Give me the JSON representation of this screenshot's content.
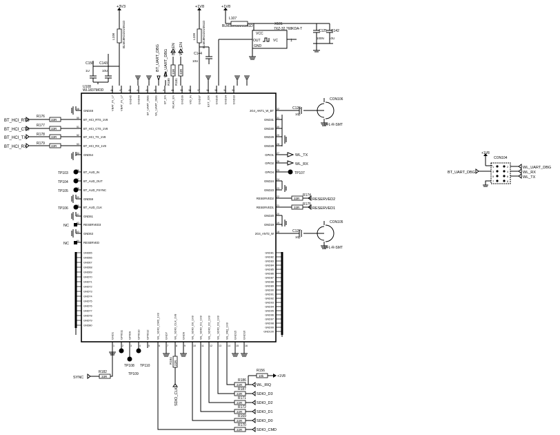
{
  "power": {
    "v3v3": "+3V3",
    "v1v8_a": "+1V8",
    "v1v8_b": "+1V8",
    "v1v8_c": "+1V8",
    "v1v8_d": "+1V8"
  },
  "chip": {
    "ref": "U108",
    "part": "WL1837MOD",
    "left_pins": [
      {
        "num": "48",
        "name": "GND48"
      },
      {
        "num": "50",
        "name": "BT_HCI_RTS_1V8"
      },
      {
        "num": "51",
        "name": "BT_HCI_CTS_1V8"
      },
      {
        "num": "52",
        "name": "BT_HCI_TX_1V8"
      },
      {
        "num": "53",
        "name": "BT_HCI_RX_1V8"
      },
      {
        "num": "54",
        "name": "GND54"
      },
      {
        "num": "56",
        "name": "BT_AUD_IN"
      },
      {
        "num": "57",
        "name": "BT_AUD_OUT"
      },
      {
        "num": "58",
        "name": "BT_AUD_FSYNC"
      },
      {
        "num": "59",
        "name": "GND59"
      },
      {
        "num": "60",
        "name": "BT_AUD_CLK"
      },
      {
        "num": "61",
        "name": "GND61"
      },
      {
        "num": "62",
        "name": "RESERVED3"
      },
      {
        "num": "63",
        "name": "GND63"
      },
      {
        "num": "64",
        "name": "RESERVED"
      }
    ],
    "left_gnd_block": [
      "GND65",
      "GND66",
      "GND67",
      "GND68",
      "GND69",
      "GND70",
      "GND71",
      "GND72",
      "GND73",
      "GND74",
      "GND75",
      "GND76",
      "GND77",
      "GND78",
      "GND79",
      "GND80"
    ],
    "right_pins": [
      {
        "num": "32",
        "name": "2G4_ANT1_W_BT"
      },
      {
        "num": "31",
        "name": "GND31"
      },
      {
        "num": "30",
        "name": "GND30"
      },
      {
        "num": "29",
        "name": "GND29"
      },
      {
        "num": "28",
        "name": "GND28"
      },
      {
        "num": "27",
        "name": "GPIO1"
      },
      {
        "num": "26",
        "name": "GPIO2"
      },
      {
        "num": "25",
        "name": "GPIO4"
      },
      {
        "num": "24",
        "name": "GND24"
      },
      {
        "num": "23",
        "name": "GND23"
      },
      {
        "num": "22",
        "name": "RESERVED2"
      },
      {
        "num": "21",
        "name": "RESERVED1"
      },
      {
        "num": "20",
        "name": "GND20"
      },
      {
        "num": "19",
        "name": "GND19"
      },
      {
        "num": "18",
        "name": "2G4_ANT2_W"
      }
    ],
    "right_gnd_block": [
      "GND81",
      "GND82",
      "GND83",
      "GND84",
      "GND85",
      "GND86",
      "GND87",
      "GND88",
      "GND89",
      "GND90",
      "GND91",
      "GND92",
      "GND93",
      "GND94",
      "GND95",
      "GND96",
      "GND97",
      "GND98",
      "GND99",
      "GND100"
    ],
    "top_pins": [
      {
        "num": "46",
        "name": "VBAT_IN_L7"
      },
      {
        "num": "47",
        "name": "VBAT_IN_L7"
      },
      {
        "num": "45",
        "name": "GND45"
      },
      {
        "num": "44",
        "name": "GND44"
      },
      {
        "num": "43",
        "name": "BT_UART_DBG"
      },
      {
        "num": "42",
        "name": "WL_UART_DBG"
      },
      {
        "num": "41",
        "name": "BT_EN"
      },
      {
        "num": "40",
        "name": "WLAN_EN"
      },
      {
        "num": "39",
        "name": "GND39"
      },
      {
        "num": "38",
        "name": "VIO_IN"
      },
      {
        "num": "37",
        "name": "GND37"
      },
      {
        "num": "36",
        "name": "EXT_32K"
      },
      {
        "num": "35",
        "name": "GND35"
      },
      {
        "num": "34",
        "name": "GND34"
      },
      {
        "num": "33",
        "name": "GND33"
      }
    ],
    "bottom_pins": [
      {
        "num": "1",
        "name": "GND1"
      },
      {
        "num": "2",
        "name": "GPIO11"
      },
      {
        "num": "3",
        "name": "GPIO9"
      },
      {
        "num": "4",
        "name": "GPIO10"
      },
      {
        "num": "5",
        "name": "GPIO12"
      },
      {
        "num": "6",
        "name": "WL_SDIO_CMD_1V8"
      },
      {
        "num": "7",
        "name": "GND7"
      },
      {
        "num": "8",
        "name": "WL_SDIO_CLK_1V8"
      },
      {
        "num": "9",
        "name": "GND9"
      },
      {
        "num": "10",
        "name": "WL_SDIO_D0_1V8"
      },
      {
        "num": "11",
        "name": "WL_SDIO_D1_1V8"
      },
      {
        "num": "12",
        "name": "WL_SDIO_D2_1V8"
      },
      {
        "num": "13",
        "name": "WL_SDIO_D3_1V8"
      },
      {
        "num": "14",
        "name": "WL_IRQ_1V8"
      },
      {
        "num": "15",
        "name": "GND15"
      },
      {
        "num": "16",
        "name": "GND16"
      }
    ]
  },
  "left_nets": [
    {
      "net": "BT_HCI_RTS",
      "ref": "R176",
      "val": "33R"
    },
    {
      "net": "BT_HCI_CTS",
      "ref": "R177",
      "val": "33R"
    },
    {
      "net": "BT_HCI_TX",
      "ref": "R178",
      "val": "33R"
    },
    {
      "net": "BT_HCI_RX",
      "ref": "R179",
      "val": "33R"
    }
  ],
  "test_points": [
    "TP103",
    "TP104",
    "TP105",
    "TP106",
    "TP107",
    "TP108",
    "TP109",
    "TP110"
  ],
  "nc_labels": [
    "NC",
    "NC"
  ],
  "top_parts": {
    "l108": {
      "ref": "L108",
      "val": "BLM18KG221SN1D"
    },
    "l109": {
      "ref": "L109",
      "val": "BLM18KG221SN1D"
    },
    "l107": {
      "ref": "L107",
      "val": "BLM18KG221SN1D"
    },
    "c150": {
      "ref": "C150",
      "val": "1U"
    },
    "c143": {
      "ref": "C143",
      "val": "10U"
    },
    "c144": {
      "ref": "C144",
      "val": "10U"
    },
    "r180": {
      "ref": "R180",
      "val": "33R"
    },
    "r181": {
      "ref": "R181",
      "val": "33R"
    },
    "r183": {
      "ref": "R183",
      "val": "33R"
    },
    "bt_uart_dbg": "BT_UART_DBG",
    "wl_uart_dbg": "WL_UART_DBG",
    "bt_en": "BT_EN",
    "wl_en": "WL_EN"
  },
  "crystal": {
    "ref": "X101",
    "part": "7XZ-32.768KDA-T",
    "pin_vcc": "VCC",
    "pin_out": "OUT",
    "pin_vc": "VC",
    "pin_gnd": "GND",
    "c125": {
      "ref": "C125",
      "val": "100N"
    },
    "c142": {
      "ref": "C142",
      "val": "10U"
    },
    "pin1": "1"
  },
  "ant1": {
    "con": "CON106",
    "cap_ref": "C126",
    "cap_val": "10p",
    "type": "UFL-R-SMT"
  },
  "ant2": {
    "con": "CON105",
    "cap_ref": "C127",
    "cap_val": "10p",
    "type": "UFL-R-SMT"
  },
  "right_nets": {
    "wl_tx": "WL_TX",
    "wl_rx": "WL_RX",
    "r174": {
      "ref": "R174",
      "val": "33R",
      "net": "RESERVED2"
    },
    "r175": {
      "ref": "R175",
      "val": "33R",
      "net": "RESERVED1"
    }
  },
  "con104": {
    "ref": "CON104",
    "power": "+1V8",
    "left_net": "BT_UART_DBG",
    "right_nets": [
      "WL_UART_DBG",
      "WL_RX",
      "WL_TX"
    ],
    "pins_left": [
      "1",
      "3",
      "5",
      "7"
    ],
    "pins_right": [
      "2",
      "4",
      "6",
      "8"
    ]
  },
  "bottom_nets": {
    "sync": "SYNC",
    "r182": {
      "ref": "R182",
      "val": "33R"
    },
    "r184": {
      "ref": "R184",
      "val": "22R"
    },
    "sdio_clk": "SDIO_CLK",
    "r156": {
      "ref": "R156",
      "val": "10k"
    },
    "power": "+1V8",
    "sdio": [
      {
        "ref": "R186",
        "val": "22R",
        "net": "WL_IRQ"
      },
      {
        "ref": "R187",
        "val": "22R",
        "net": "SDIO_D3"
      },
      {
        "ref": "R171",
        "val": "22R",
        "net": "SDIO_D2"
      },
      {
        "ref": "R172",
        "val": "22R",
        "net": "SDIO_D1"
      },
      {
        "ref": "R169",
        "val": "22R",
        "net": "SDIO_D0"
      },
      {
        "ref": "R170",
        "val": "22R",
        "net": "SDIO_CMD"
      }
    ]
  }
}
